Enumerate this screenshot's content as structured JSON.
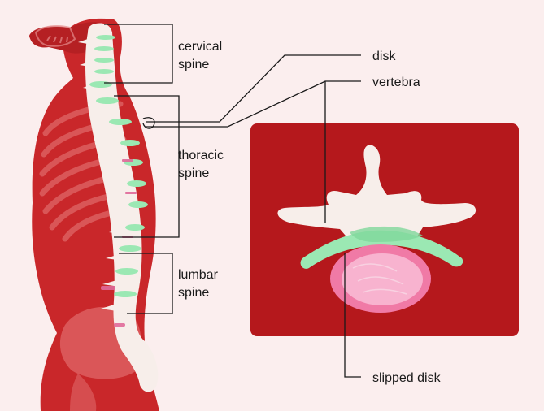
{
  "labels": {
    "cervical": [
      "cervical",
      "spine"
    ],
    "thoracic": [
      "thoracic",
      "spine"
    ],
    "lumbar": [
      "lumbar",
      "spine"
    ],
    "disk": "disk",
    "vertebra": "vertebra",
    "slipped_disk": "slipped disk"
  },
  "colors": {
    "background": "#fbeeee",
    "body": "#c9272a",
    "body_dark": "#a81d20",
    "panel": "#b5181c",
    "bone": "#f7eeea",
    "disk_green": "#9be8b3",
    "slipped_disk_pink": "#f07aa6",
    "leader_line": "#1a1a1a"
  },
  "icons": [
    "human-torso-silhouette",
    "spine-column",
    "vertebra-cross-section"
  ]
}
